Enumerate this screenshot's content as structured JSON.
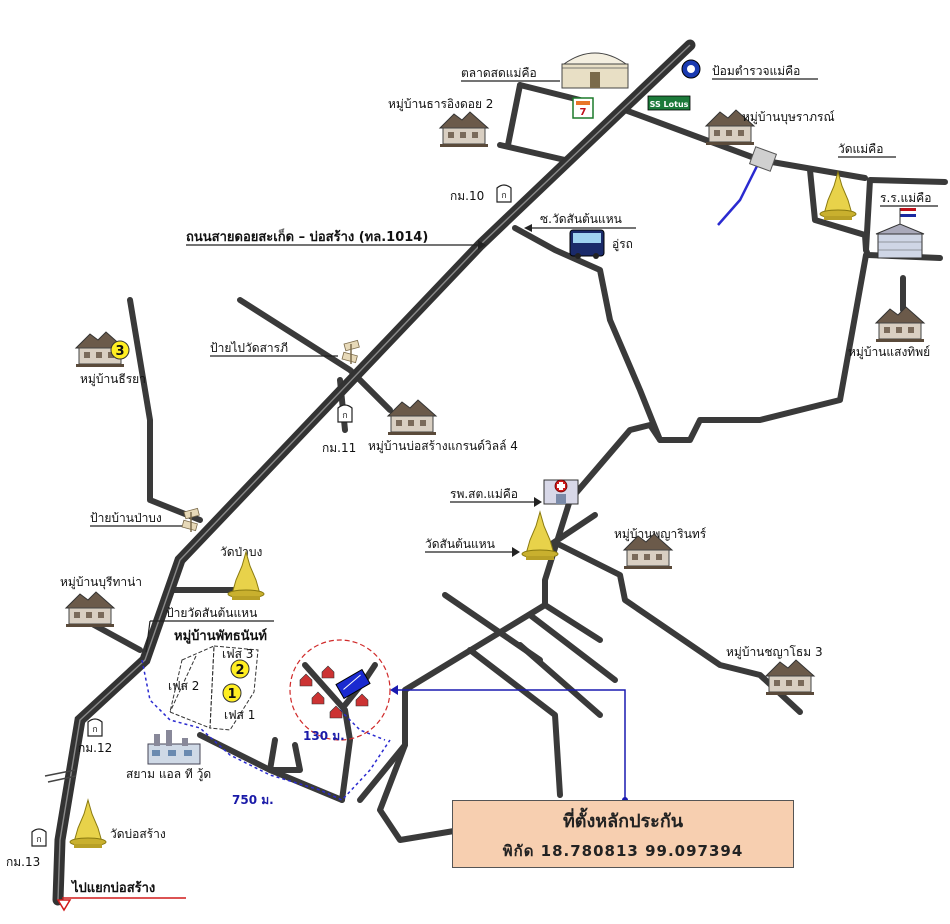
{
  "map": {
    "highway_label": "ถนนสายดอยสะเก็ด – บ่อสร้าง (ทล.1014)",
    "places": {
      "market": "ตลาดสดแม่คือ",
      "police": "ป้อมตำรวจแม่คือ",
      "village_thara": "หมู่บ้านธารอิงดอย 2",
      "village_bunyaporn": "หมู่บ้านบุษราภรณ์",
      "wat_maekhue": "วัดแม่คือ",
      "school": "ร.ร.แม่คือ",
      "km10": "กม.10",
      "garage_label": "ซ.วัดสันต้นแหน",
      "garage": "อู่รถ",
      "sign_wat_saraphi": "ป้ายไปวัดสารภี",
      "village_teeraya": "หมู่บ้านธีรยา",
      "village_saengthip": "หมู่บ้านแสงทิพย์",
      "km11": "กม.11",
      "village_grandville": "หมู่บ้านบ่อสร้างแกรนด์วิลล์ 4",
      "hospital": "รพ.สต.แม่คือ",
      "wat_santonhaen": "วัดสันต้นแหน",
      "village_phayarin": "หมู่บ้านพญารินทร์",
      "sign_ban_pabong": "ป้ายบ้านป่าบง",
      "wat_pabong": "วัดป่าบง",
      "village_buritana": "หมู่บ้านบุรีทาน่า",
      "sign_wat_santonhaen": "ป้ายวัดสันต้นแหน",
      "village_phatthanan": "หมู่บ้านพัทธนันท์",
      "phase3": "เฟส 3",
      "phase2": "เฟส 2",
      "phase1": "เฟส 1",
      "village_chayanthorn": "หมู่บ้านชญาโธม 3",
      "km12": "กม.12",
      "factory": "สยาม แอล ที วู้ด",
      "wat_bosang": "วัดบ่อสร้าง",
      "km13": "กม.13",
      "to_bosang": "ไปแยกบ่อสร้าง",
      "sevenstore": "",
      "lotus": "SS Lotus"
    },
    "distances": {
      "d130": "130 ม.",
      "d750": "750 ม."
    },
    "markers": {
      "m1": "1",
      "m2": "2",
      "m3": "3"
    },
    "info": {
      "title": "ที่ตั้งหลักประกัน",
      "coords": "พิกัด  18.780813  99.097394"
    }
  }
}
